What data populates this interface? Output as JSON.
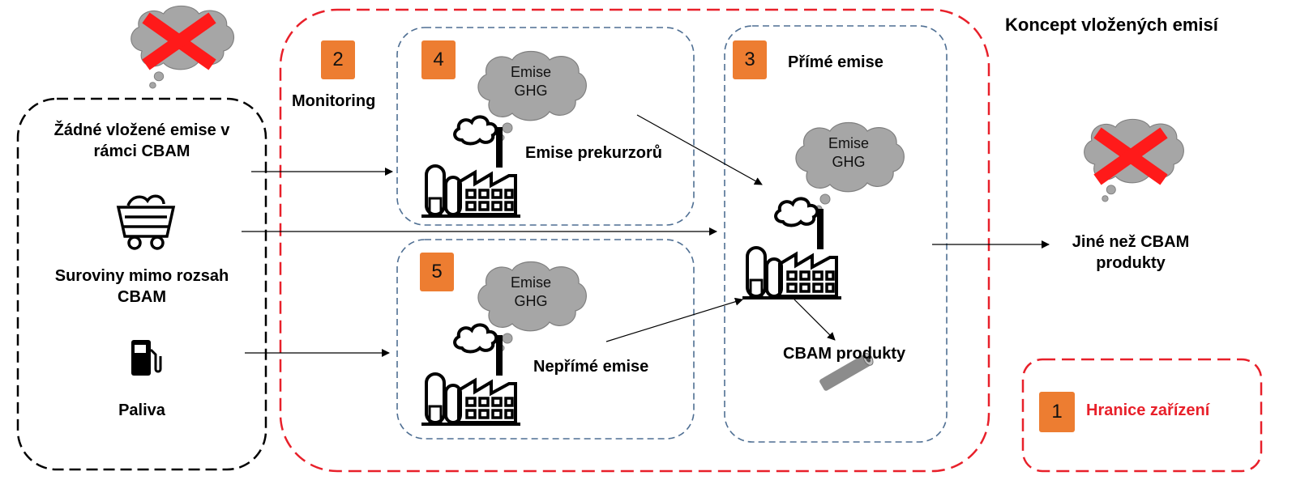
{
  "title": "Koncept vložených emisí",
  "left_box": {
    "heading_line1": "Žádné vložené emise v",
    "heading_line2": "rámci CBAM",
    "raw_materials_line1": "Suroviny mimo rozsah",
    "raw_materials_line2": "CBAM",
    "fuels": "Paliva"
  },
  "badges": {
    "b1": "1",
    "b2": "2",
    "b3": "3",
    "b4": "4",
    "b5": "5"
  },
  "monitoring": "Monitoring",
  "precursor": {
    "cloud_line1": "Emise",
    "cloud_line2": "GHG",
    "label": "Emise prekurzorů"
  },
  "indirect": {
    "cloud_line1": "Emise",
    "cloud_line2": "GHG",
    "label": "Nepřímé emise"
  },
  "direct": {
    "label": "Přímé emise",
    "cloud_line1": "Emise",
    "cloud_line2": "GHG",
    "products": "CBAM produkty"
  },
  "output": {
    "line1": "Jiné než CBAM",
    "line2": "produkty"
  },
  "legend": {
    "label": "Hranice zařízení"
  },
  "colors": {
    "orange": "#ED7D31",
    "red": "#E8202A",
    "blue": "#4F6F93",
    "cloud": "#A6A6A6"
  }
}
